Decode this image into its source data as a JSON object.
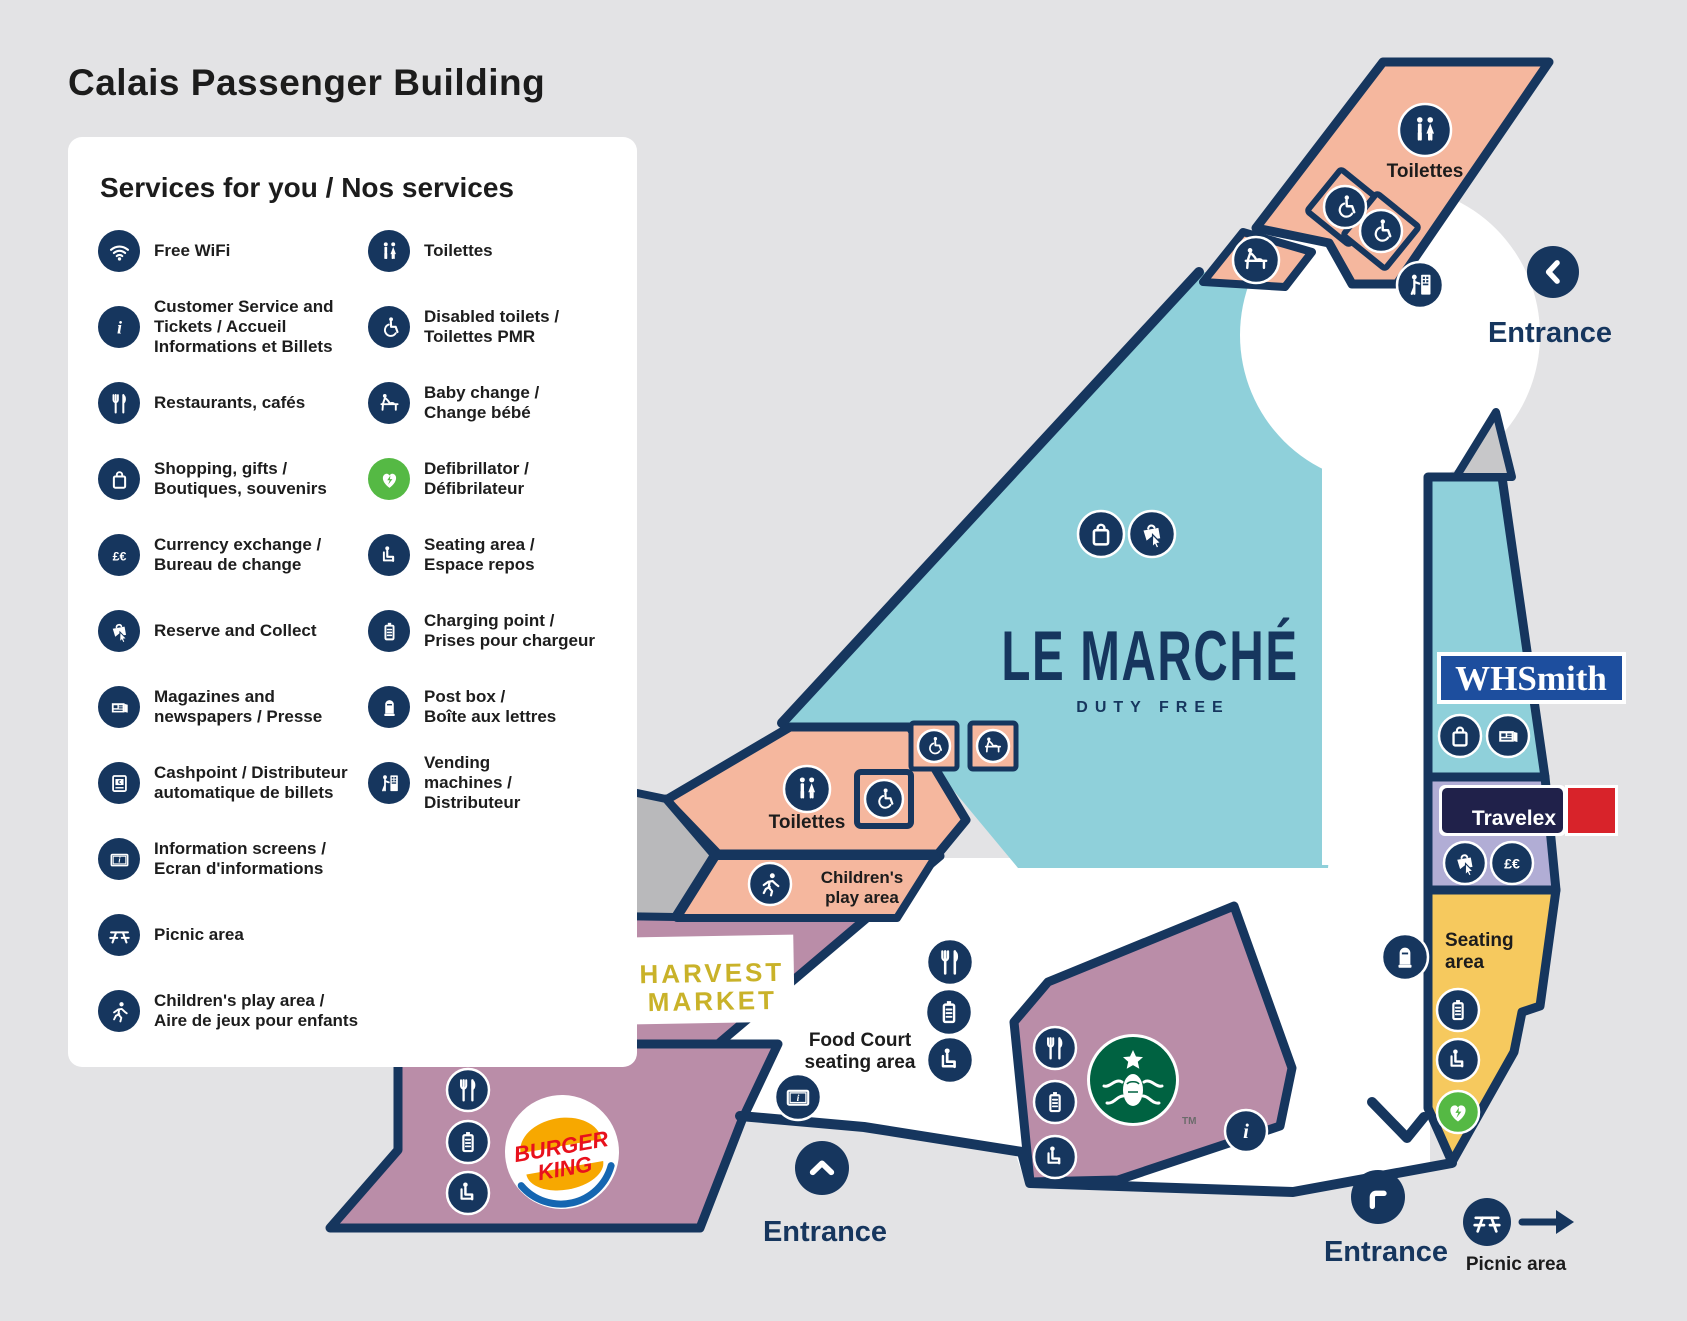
{
  "title": "Calais Passenger Building",
  "legend": {
    "title": "Services for you / Nos services",
    "left": [
      {
        "icon": "wifi",
        "label": [
          "Free WiFi"
        ]
      },
      {
        "icon": "customer-service",
        "label": [
          "Customer Service and",
          "Tickets / Accueil",
          "Informations et Billets"
        ]
      },
      {
        "icon": "restaurants",
        "label": [
          "Restaurants, cafés"
        ]
      },
      {
        "icon": "shopping",
        "label": [
          "Shopping, gifts /",
          "Boutiques, souvenirs"
        ]
      },
      {
        "icon": "currency",
        "label": [
          "Currency exchange /",
          "Bureau de change"
        ]
      },
      {
        "icon": "reserve-collect",
        "label": [
          "Reserve and Collect"
        ]
      },
      {
        "icon": "magazines",
        "label": [
          "Magazines and",
          "newspapers / Presse"
        ]
      },
      {
        "icon": "cashpoint",
        "label": [
          "Cashpoint / Distributeur",
          "automatique de billets"
        ]
      },
      {
        "icon": "info-screens",
        "label": [
          "Information screens /",
          "Ecran d'informations"
        ]
      },
      {
        "icon": "picnic",
        "label": [
          "Picnic area"
        ]
      },
      {
        "icon": "children-play",
        "label": [
          "Children's play area /",
          "Aire de jeux pour enfants"
        ]
      }
    ],
    "right": [
      {
        "icon": "toilets",
        "label": [
          "Toilettes"
        ]
      },
      {
        "icon": "disabled",
        "label": [
          "Disabled toilets /",
          "Toilettes PMR"
        ]
      },
      {
        "icon": "baby-change",
        "label": [
          "Baby change /",
          "Change bébé"
        ]
      },
      {
        "icon": "defibrillator",
        "label": [
          "Defibrillator /",
          "Défibrilateur"
        ],
        "green": true
      },
      {
        "icon": "seating",
        "label": [
          "Seating area /",
          "Espace repos"
        ]
      },
      {
        "icon": "charging",
        "label": [
          "Charging point /",
          "Prises pour chargeur"
        ]
      },
      {
        "icon": "postbox",
        "label": [
          "Post box /",
          "Boîte aux lettres"
        ]
      },
      {
        "icon": "vending",
        "label": [
          "Vending",
          "machines /",
          "Distributeur"
        ]
      }
    ]
  },
  "map": {
    "zones": {
      "le_marche": {
        "title": "LE MARCHÉ",
        "subtitle": "DUTY FREE"
      },
      "toilettes_top": "Toilettes",
      "toilettes_mid": "Toilettes",
      "children_play": [
        "Children's",
        "play area"
      ],
      "food_court": [
        "Food Court",
        "seating area"
      ],
      "seating_area": [
        "Seating",
        "area"
      ]
    },
    "brands": {
      "whsmith": "WHSmith",
      "travelex": "Travelex",
      "harvest_market": [
        "HARVEST",
        "MARKET"
      ],
      "burger_king": [
        "BURGER",
        "KING"
      ],
      "starbucks_tm": "TM"
    },
    "entrances": {
      "top_right": "Entrance",
      "bottom_center": "Entrance",
      "bottom_right": "Entrance"
    },
    "picnic_label": "Picnic area",
    "icons": [
      "toilets",
      "disabled-toilets",
      "baby-change",
      "vending-machines",
      "shopping-bag",
      "reserve-and-collect",
      "restaurant",
      "seating",
      "charging-point",
      "children-play",
      "information-screen",
      "customer-service-info",
      "post-box",
      "currency-exchange",
      "magazines",
      "defibrillator",
      "picnic-area",
      "entrance-arrow"
    ]
  },
  "colors": {
    "background": "#e3e3e5",
    "navy": "#16365e",
    "salmon": "#f5b79e",
    "teal": "#8fd0da",
    "purple": "#ba8da8",
    "lavender": "#b1add5",
    "yellow": "#f6c95e",
    "green": "#55b944",
    "gray_zone": "#b9b9bb",
    "gray_triangle": "#c7c7c9",
    "whsmith_blue": "#1d4e9e",
    "travelex_navy": "#20214a",
    "travelex_red": "#d8232a",
    "harvest_yellow": "#c9b229",
    "bk_red": "#e8111c",
    "bk_yellow": "#f7a800",
    "bk_blue": "#1566b1",
    "starbucks_green": "#006241"
  }
}
